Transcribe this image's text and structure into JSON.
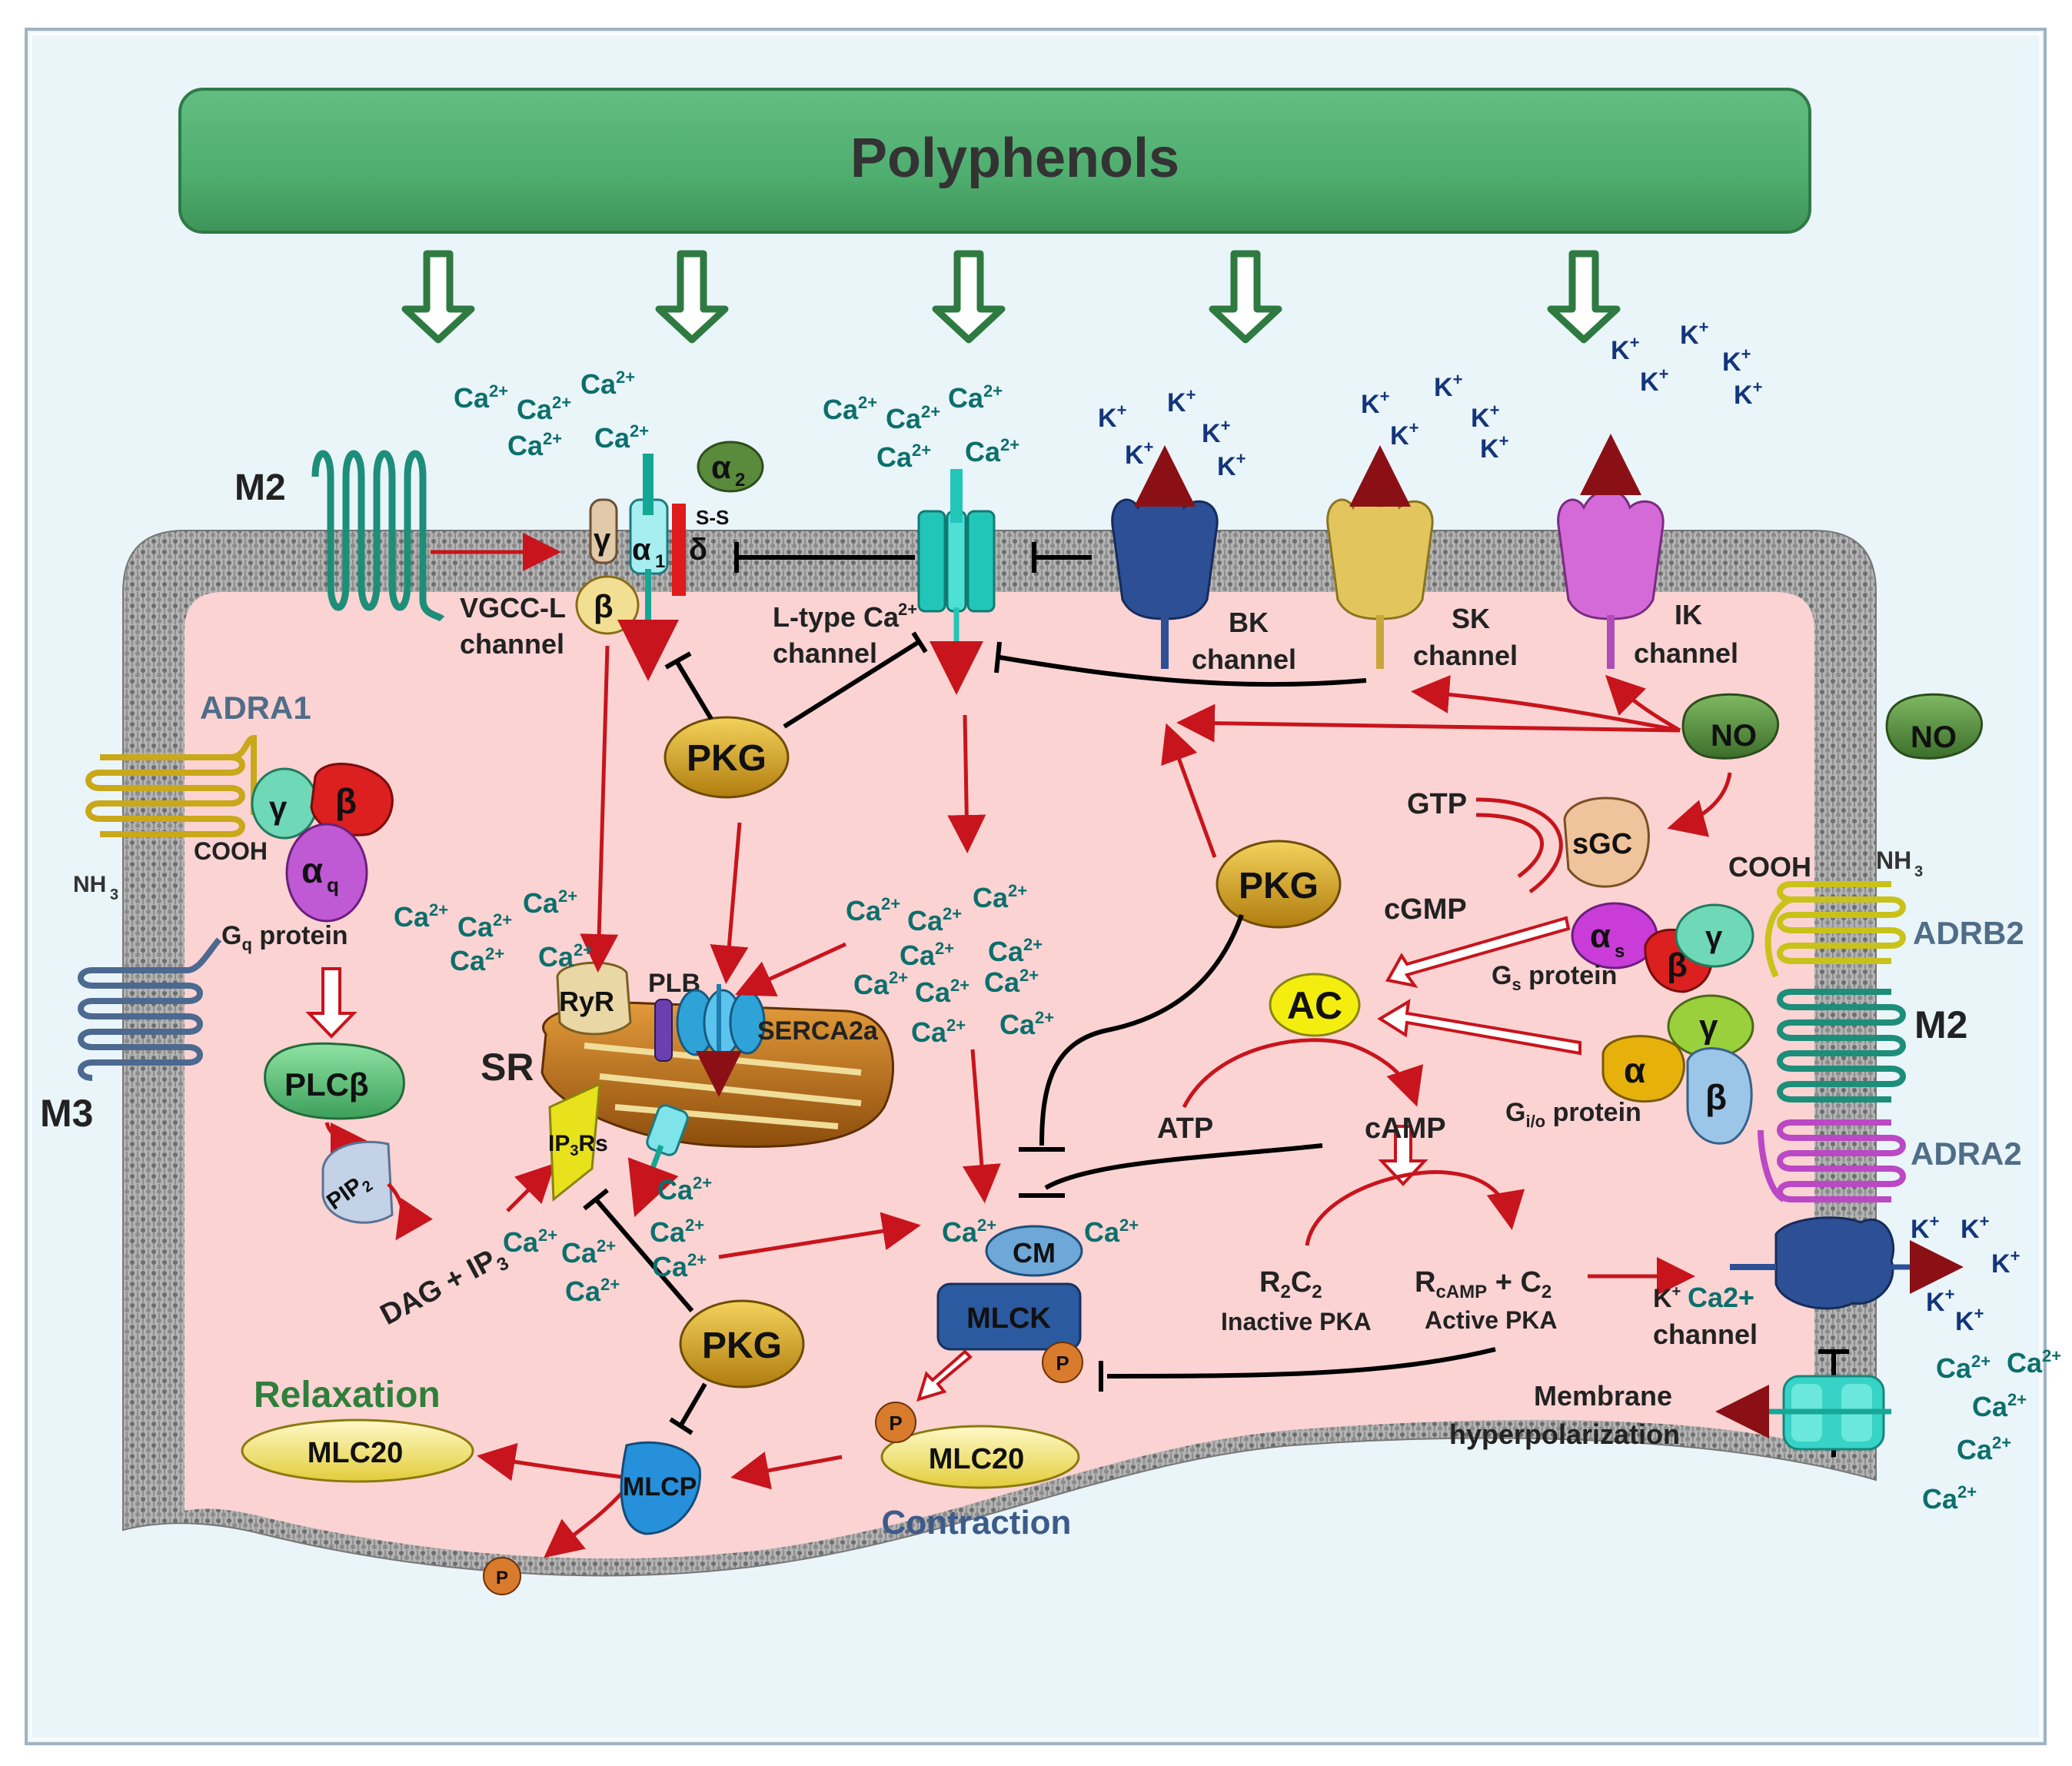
{
  "title": "Polyphenols",
  "receptors": {
    "m2_top": "M2",
    "adra1": "ADRA1",
    "m3": "M3",
    "adrb2": "ADRB2",
    "m2_right": "M2",
    "adra2": "ADRA2",
    "nh3": "NH",
    "nh3_sub": "3",
    "cooh": "COOH"
  },
  "channels": {
    "vgcc": [
      "VGCC-L",
      "channel"
    ],
    "ltype": [
      "L-type Ca",
      "channel"
    ],
    "ltype_sup": "2+",
    "bk": [
      "BK",
      "channel"
    ],
    "sk": [
      "SK",
      "channel"
    ],
    "ik": [
      "IK",
      "channel"
    ],
    "k": [
      "K",
      "channel"
    ]
  },
  "subunits": {
    "gamma": "γ",
    "alpha": "α",
    "beta": "β",
    "delta": "δ",
    "ss": "S-S",
    "alpha1_sub": "1",
    "alpha2_sub": "2",
    "alphaq_sub": "q",
    "alphas_sub": "s"
  },
  "proteins": {
    "gq": "G",
    "gq_sub": "q",
    "gq_tail": " protein",
    "gs": "G",
    "gs_sub": "s",
    "gs_tail": " protein",
    "gio": "G",
    "gio_sub": "i/o",
    "gio_tail": " protein",
    "plcb": "PLCβ",
    "pip2": "PIP",
    "pip2_sub": "2",
    "dag": "DAG + IP",
    "dag_sub": "3",
    "ip3rs": "IP",
    "ip3rs_sub": "3",
    "ip3rs_tail": "Rs",
    "sr": "SR",
    "ryr": "RyR",
    "plb": "PLB",
    "serca": "SERCA2a",
    "pkg": "PKG",
    "no": "NO",
    "gtp": "GTP",
    "sgc": "sGC",
    "cgmp": "cGMP",
    "ac": "AC",
    "atp": "ATP",
    "camp": "cAMP",
    "r2c2": "R",
    "r2c2_sub1": "2",
    "r2c2_mid": "C",
    "r2c2_sub2": "2",
    "inactive_pka": "Inactive PKA",
    "rcamp": "R",
    "rcamp_sub": "cAMP",
    "rcamp_tail": " + C",
    "rcamp_sub2": "2",
    "active_pka": "Active PKA",
    "cm": "CM",
    "mlck": "MLCK",
    "mlcp": "MLCP",
    "mlc20": "MLC20",
    "p": "P"
  },
  "outcomes": {
    "relaxation": "Relaxation",
    "contraction": "Contraction",
    "hyper": [
      "Membrane",
      "hyperpolarization"
    ]
  },
  "ions": {
    "ca": "Ca",
    "ca_sup": "2+",
    "k": "K",
    "k_sup": "+"
  },
  "colors": {
    "banner": "#4fae6f",
    "background": "#eaf5fa",
    "cytoplasm": "#fbd3d3",
    "membrane": "#8f8f8f",
    "arrow_red": "#c8141c",
    "inhibit": "#000000",
    "ion_ca": "#0c6f6c",
    "ion_k": "#13357a",
    "pkg": "#d9a21a",
    "no": "#4e8a3a",
    "ac": "#f4ee10",
    "mlck": "#2c5aa0",
    "bk": "#2c4f95",
    "sk": "#e2c65d",
    "ik": "#d36ad8",
    "ltype": "#22c6b9"
  }
}
